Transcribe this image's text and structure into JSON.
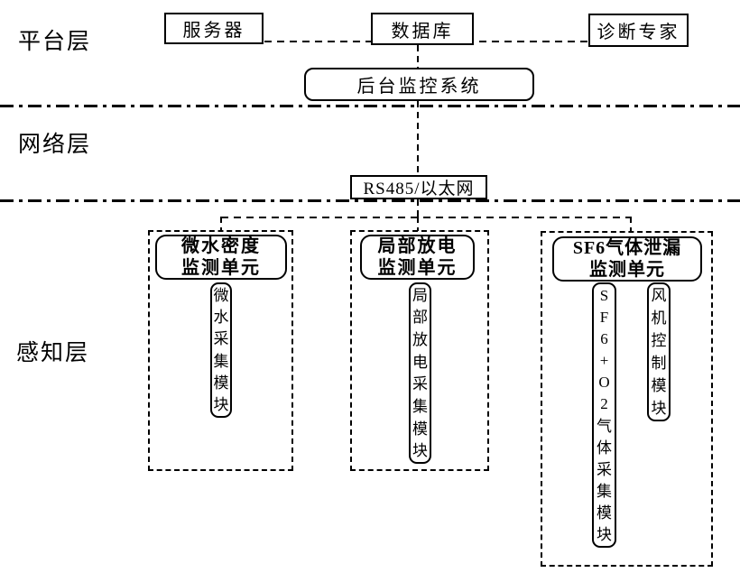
{
  "diagram": {
    "title_meaning": "GIS monitoring system three-layer architecture",
    "colors": {
      "line": "#000000",
      "background": "#ffffff",
      "text": "#000000"
    },
    "layer_labels": {
      "platform": "平台层",
      "network": "网络层",
      "perception": "感知层"
    },
    "platform_layer": {
      "server": "服务器",
      "database": "数据库",
      "diagnosis_expert": "诊断专家",
      "monitoring_system": "后台监控系统"
    },
    "network_layer": {
      "bus_label": "RS485/以太网"
    },
    "perception_layer": {
      "units": [
        {
          "title_line1": "微水密度",
          "title_line2": "监测单元",
          "modules": [
            "微水采集模块"
          ]
        },
        {
          "title_line1": "局部放电",
          "title_line2": "监测单元",
          "modules": [
            "局部放电采集模块"
          ]
        },
        {
          "title_line1": "SF6气体泄漏",
          "title_line2": "监测单元",
          "modules": [
            "SF6+O2气体采集模块",
            "风机控制模块"
          ]
        }
      ]
    }
  }
}
